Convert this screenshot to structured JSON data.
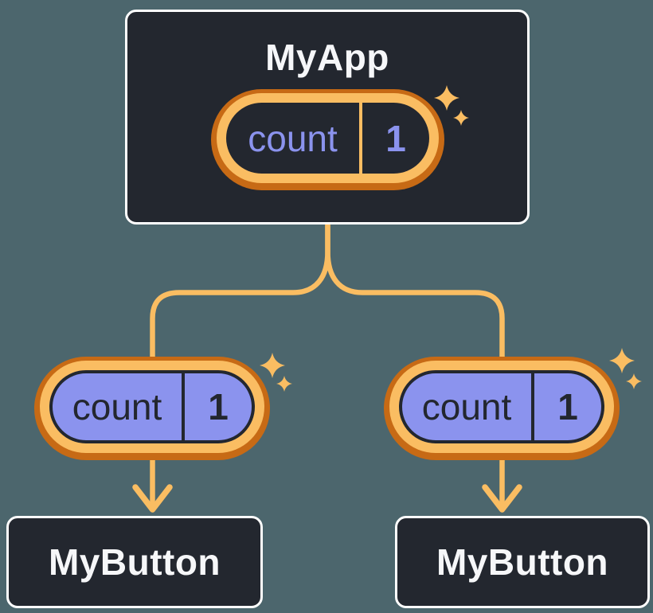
{
  "diagram": {
    "root": {
      "title": "MyApp",
      "state": {
        "name": "count",
        "value": "1"
      }
    },
    "children": [
      {
        "title": "MyButton",
        "state": {
          "name": "count",
          "value": "1"
        }
      },
      {
        "title": "MyButton",
        "state": {
          "name": "count",
          "value": "1"
        }
      }
    ]
  },
  "icons": {
    "sparkle": "sparkle-icon",
    "arrow": "arrow-down-icon"
  },
  "colors": {
    "background": "#4C666D",
    "node_fill": "#23272F",
    "node_border": "#FFFFFF",
    "connector_orange": "#FABD62",
    "pill_ring_dark_orange": "#C76A15",
    "pill_ring_light_orange": "#FABD62",
    "state_purple": "#8B93EE",
    "text_dark": "#23272F",
    "text_light": "#F6F7F9"
  }
}
